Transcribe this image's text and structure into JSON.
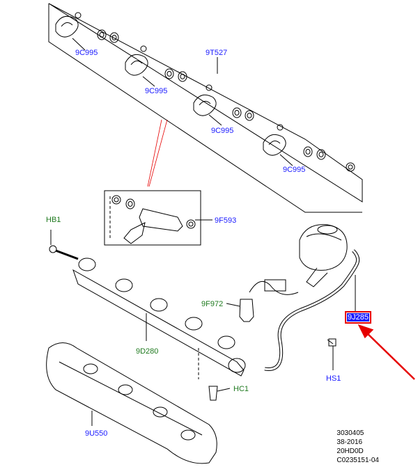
{
  "callouts": {
    "c9C995_1": "9C995",
    "c9C995_2": "9C995",
    "c9C995_3": "9C995",
    "c9C995_4": "9C995",
    "c9T527": "9T527",
    "cHB1": "HB1",
    "c9F593": "9F593",
    "c9F972": "9F972",
    "c9J285": "9J285",
    "c9D280": "9D280",
    "cHS1": "HS1",
    "cHC1": "HC1",
    "c9U550": "9U550"
  },
  "meta": {
    "line1": "3030405",
    "line2": "38-2016",
    "line3": "20HD0D",
    "line4": "C0235151-04"
  },
  "colors": {
    "blue_callout": "#1a1aff",
    "green_callout": "#1f7a1f",
    "highlight_arrow": "#e60000",
    "line_art": "#000000"
  }
}
